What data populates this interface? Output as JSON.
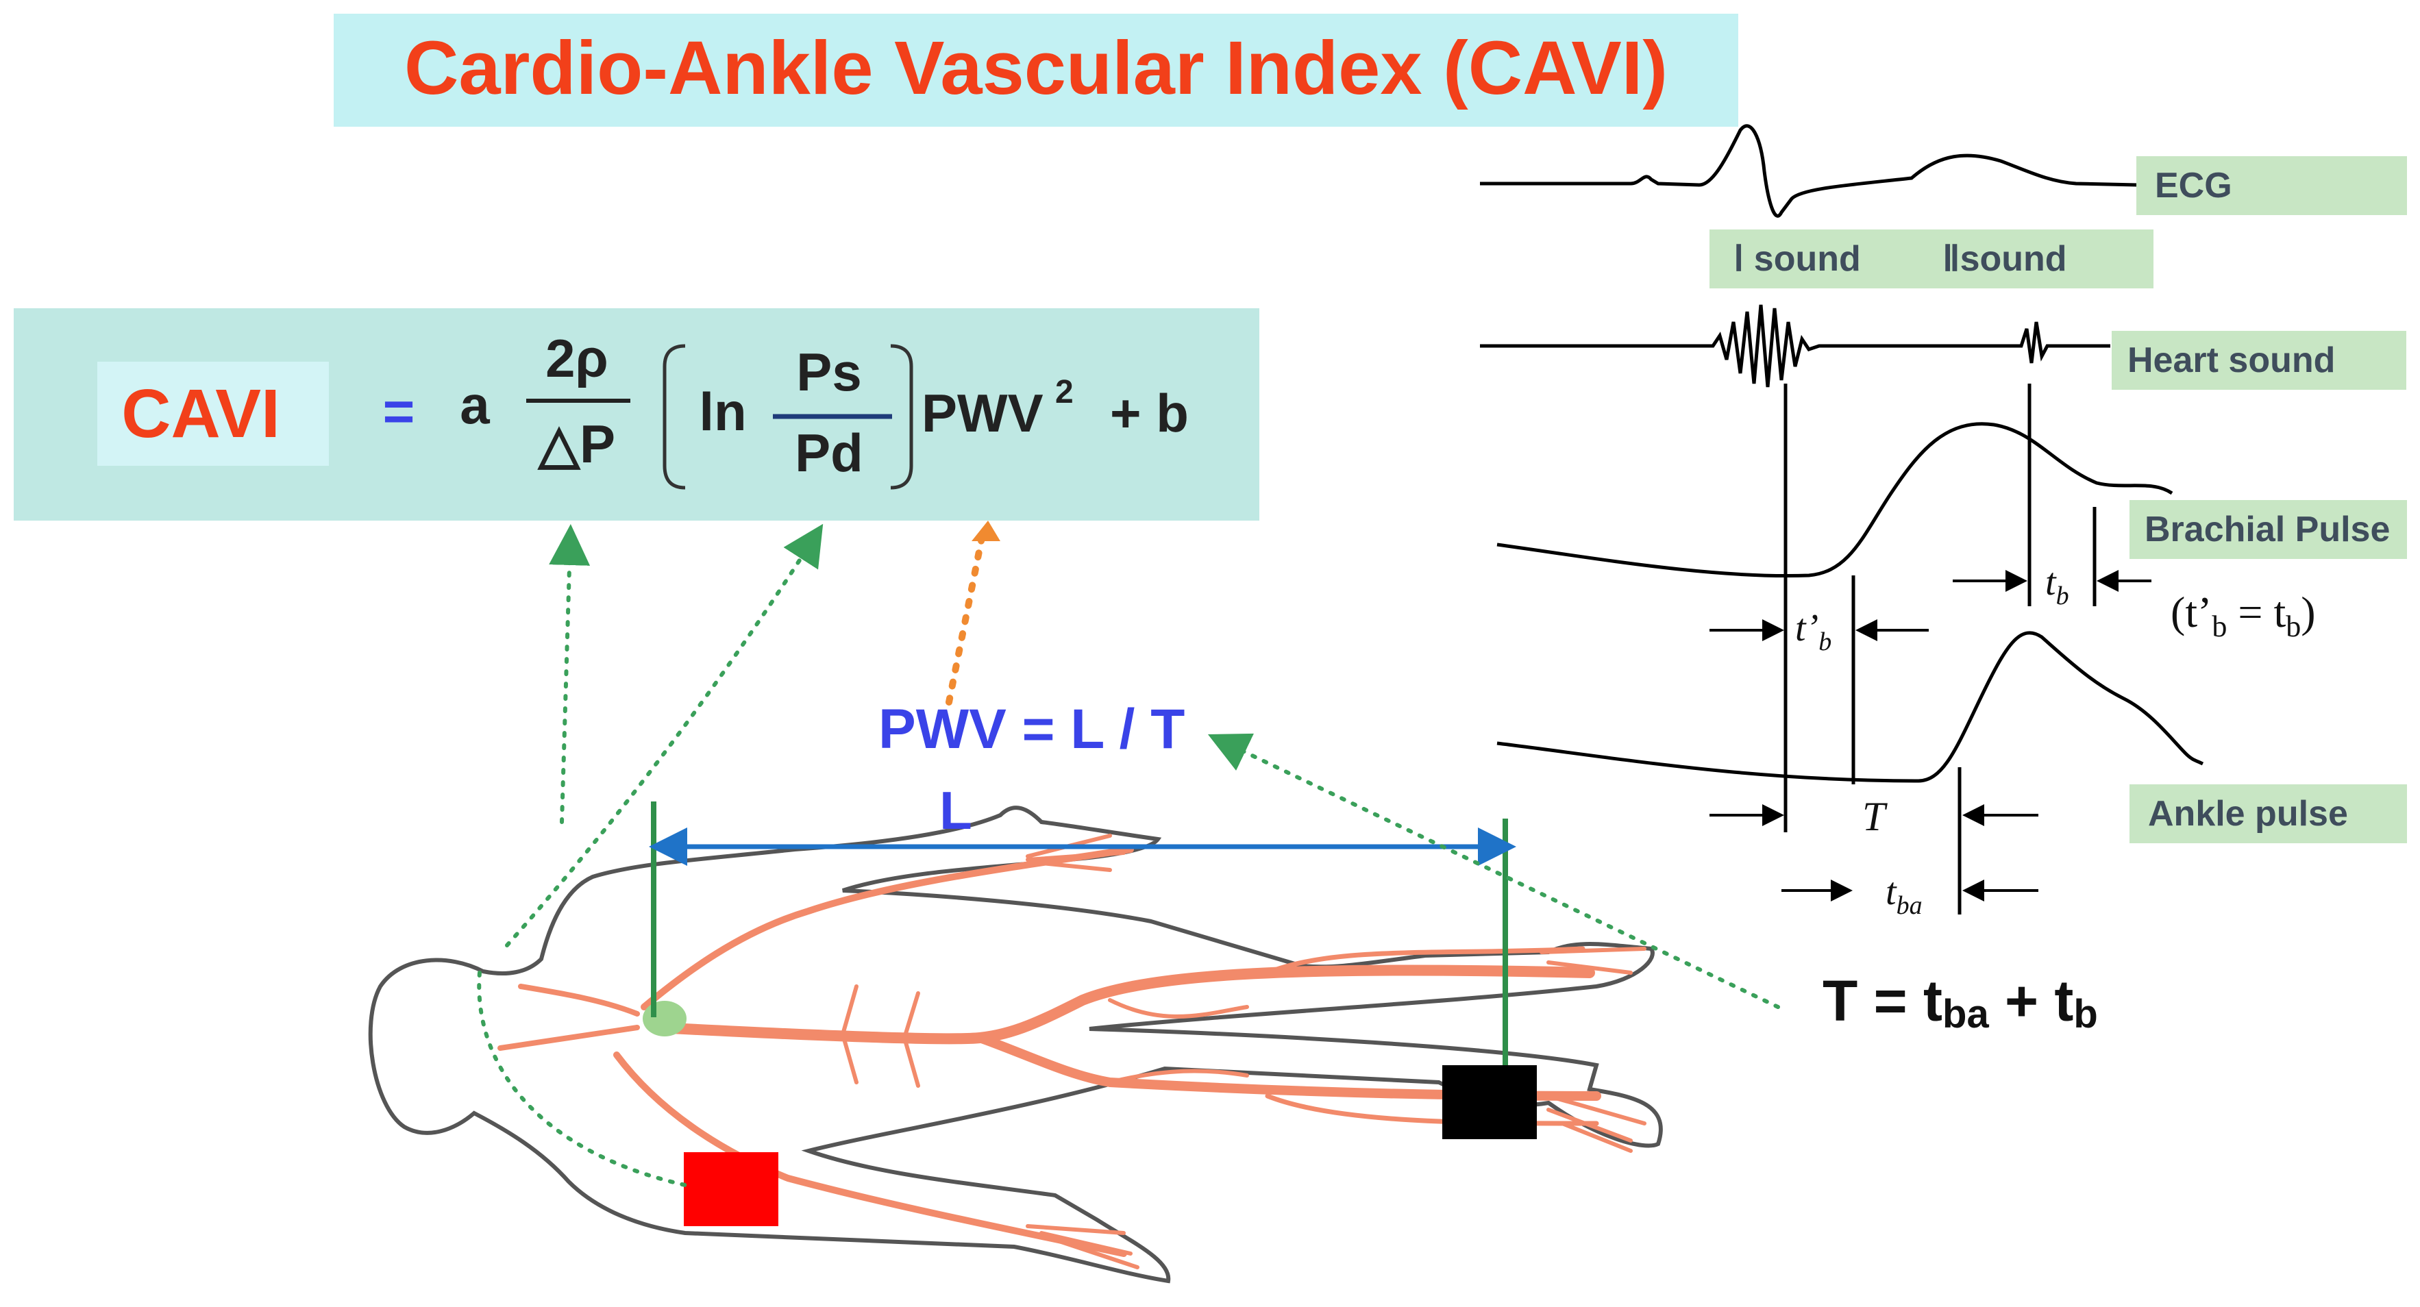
{
  "title": "Cardio-Ankle Vascular Index (CAVI)",
  "formula": {
    "lhs": "CAVI",
    "equals": "=",
    "a": "a",
    "frac1_num": "2ρ",
    "frac1_den": "△P",
    "ln": "ln",
    "frac2_num": "Ps",
    "frac2_den": "Pd",
    "pwv": "PWV",
    "pwv_exp": "2",
    "plus_b": "+ b"
  },
  "pwv_eq": "PWV = L / T",
  "length_label": "L",
  "t_eq": {
    "T": "T = t",
    "ba": "ba",
    "plus": " + t",
    "b": "b"
  },
  "waveforms": {
    "labels": [
      "ECG",
      "Heart sound",
      "Brachial Pulse",
      "Ankle pulse"
    ],
    "sound1": "Ⅰ sound",
    "sound2": "Ⅱsound"
  },
  "intervals": {
    "t_prime_b": "t’",
    "t_prime_b_sub": "b",
    "t_b": "t",
    "t_b_sub": "b",
    "T": "T",
    "t_ba": "t",
    "t_ba_sub": "ba",
    "equality_open": "(t’",
    "equality_sub1": "b",
    "equality_mid": " = t",
    "equality_sub2": "b",
    "equality_close": ")"
  },
  "colors": {
    "title_red": "#f2401a",
    "title_bg": "#c3f1f3",
    "formula_bg": "#bfe8e3",
    "cavi_bg": "#d3f4f6",
    "blue_text": "#3a43e8",
    "label_green_bg": "#c8e6c4",
    "label_text": "#3f4d5c",
    "artery": "#f28a6a",
    "pole_green": "#2f8f4a",
    "dotted_green": "#3aa05a",
    "dotted_orange": "#f08a30",
    "arrow_blue": "#1f73c8",
    "cuff_red": "#ff0000",
    "cuff_black": "#000000"
  }
}
